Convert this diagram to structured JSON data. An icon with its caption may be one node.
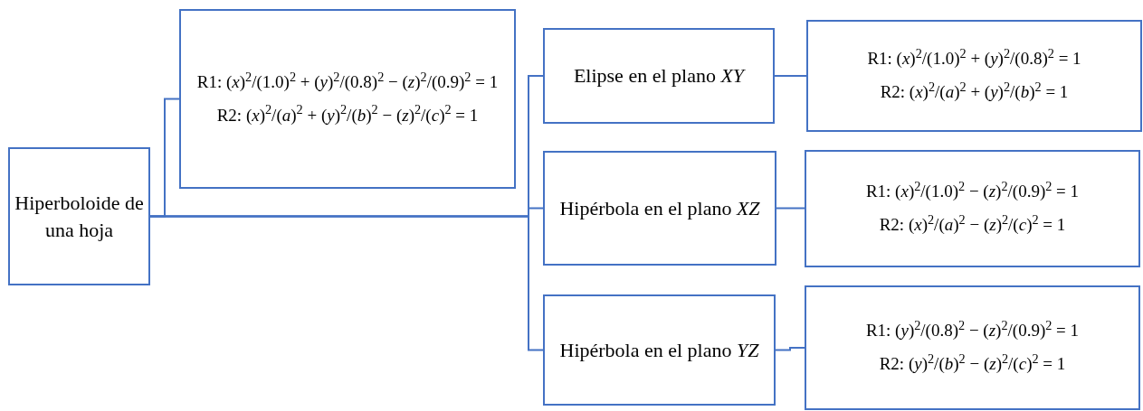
{
  "diagram": {
    "nodes": [
      {
        "text": [
          "Hiperboloide de una hoja"
        ]
      },
      {
        "text": [
          "R1: (*x*)$^{2}$/(1.0)$^{2}$ + (*y*)$^{2}$/(0.8)$^{2}$ − (*z*)$^{2}$/(0.9)$^{2}$ = 1",
          "R2: (*x*)$^{2}$/(*a*)$^{2}$ + (*y*)$^{2}$/(*b*)$^{2}$ − (*z*)$^{2}$/(*c*)$^{2}$ = 1"
        ]
      },
      {
        "text": [
          "Elipse en el plano *XY*"
        ]
      },
      {
        "text": [
          "Hipérbola en el plano *XZ*"
        ]
      },
      {
        "text": [
          "Hipérbola en el plano *YZ*"
        ]
      },
      {
        "text": [
          "R1: (*x*)$^{2}$/(1.0)$^{2}$ + (*y*)$^{2}$/(0.8)$^{2}$ = 1",
          "R2: (*x*)$^{2}$/(*a*)$^{2}$ + (*y*)$^{2}$/(*b*)$^{2}$ = 1"
        ]
      },
      {
        "text": [
          "R1: (*x*)$^{2}$/(1.0)$^{2}$ − (*z*)$^{2}$/(0.9)$^{2}$ = 1",
          "R2: (*x*)$^{2}$/(*a*)$^{2}$ − (*z*)$^{2}$/(*c*)$^{2}$ = 1"
        ]
      },
      {
        "text": [
          "R1: (*y*)$^{2}$/(0.8)$^{2}$ − (*z*)$^{2}$/(0.9)$^{2}$ = 1",
          "R2: (*y*)$^{2}$/(*b*)$^{2}$ − (*z*)$^{2}$/(*c*)$^{2}$ = 1"
        ]
      }
    ],
    "edges": [
      {
        "from": 0,
        "to": 1,
        "arrow": "none"
      },
      {
        "from": 0,
        "to": 2,
        "arrow": "none"
      },
      {
        "from": 0,
        "to": 3,
        "arrow": "none"
      },
      {
        "from": 0,
        "to": 4,
        "arrow": "none"
      },
      {
        "from": 2,
        "to": 5,
        "arrow": "none"
      },
      {
        "from": 3,
        "to": 6,
        "arrow": "none"
      },
      {
        "from": 4,
        "to": 7,
        "arrow": "none"
      }
    ]
  }
}
